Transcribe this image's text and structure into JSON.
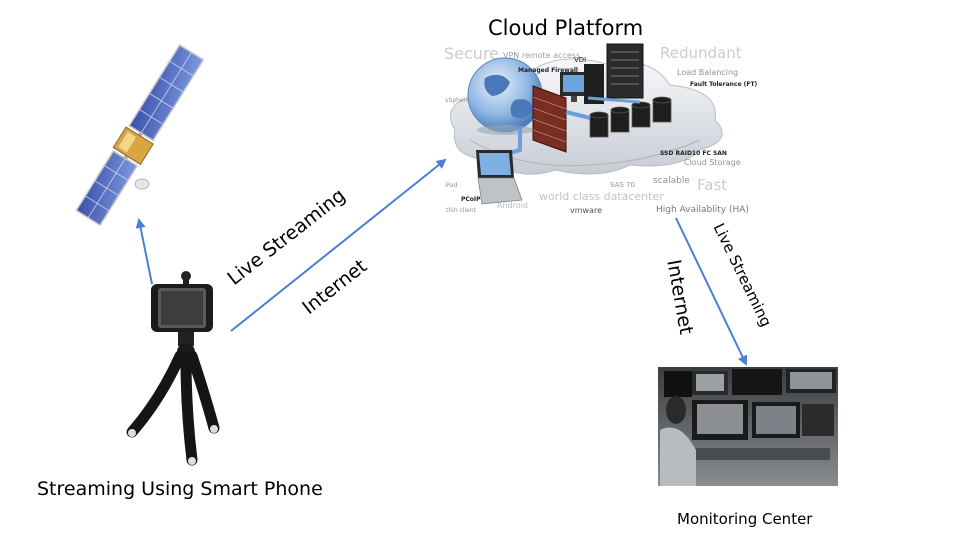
{
  "cloud": {
    "title": "Cloud Platform",
    "words": {
      "secure": "Secure",
      "vpn": "VPN remote access",
      "vdi": "VDI",
      "firewall": "Managed Firewall",
      "redundant": "Redundant",
      "load_balancing": "Load Balancing",
      "fault_tolerance": "Fault Tolerance (FT)",
      "vsphere": "vSphere",
      "ssd": "SSD RAID10 FC SAN",
      "cloud_storage": "Cloud Storage",
      "ipad": "iPad",
      "pcoip": "PCoIP",
      "thin_client": "thin client",
      "android": "Android",
      "sas": "SAS 70",
      "datacenter": "world class datacenter",
      "scalable": "scalable",
      "fast": "Fast",
      "vmware": "vmware",
      "ha": "High Availablity (HA)"
    }
  },
  "labels": {
    "live_streaming_1": "Live Streaming",
    "internet_1": "Internet",
    "live_streaming_2": "Live Streaming",
    "internet_2": "Internet",
    "phone_caption": "Streaming Using  Smart Phone",
    "monitoring_caption": "Monitoring Center"
  },
  "colors": {
    "arrow": "#4a7fd6",
    "panel_blue": "#6b8ed0",
    "cloud_gray": "#d9dde3"
  }
}
